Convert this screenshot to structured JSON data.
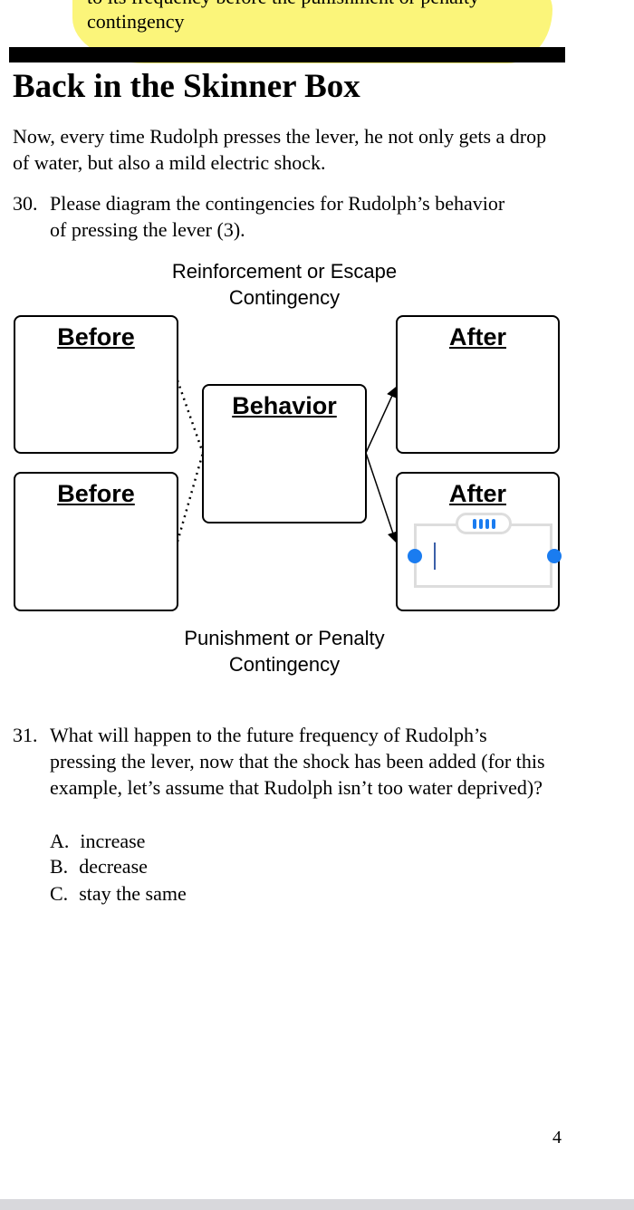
{
  "previous": {
    "cut_line": "to its frequency before the punishment or penalty",
    "last_line": "contingency"
  },
  "section_title": "Back in the Skinner Box",
  "intro": "Now, every time Rudolph presses the lever, he not only gets a drop of water, but also a mild electric shock.",
  "q30": {
    "number": "30.",
    "text": "Please diagram the contingencies for Rudolph’s behavior of pressing the lever (3)."
  },
  "diagram": {
    "top_label": "Reinforcement or Escape Contingency",
    "bottom_label": "Punishment or Penalty Contingency",
    "before1": "Before",
    "before2": "Before",
    "behavior": "Behavior",
    "after1": "After",
    "after2": "After",
    "selection_color": "#1a7cf0"
  },
  "q31": {
    "number": "31.",
    "text": "What will happen to the future frequency of Rudolph’s pressing the lever, now that the shock has been added (for this example, let’s assume that Rudolph isn’t too water deprived)?",
    "options": [
      {
        "letter": "A.",
        "text": "increase"
      },
      {
        "letter": "B.",
        "text": "decrease"
      },
      {
        "letter": "C.",
        "text": "stay the same"
      }
    ]
  },
  "page_number": "4"
}
